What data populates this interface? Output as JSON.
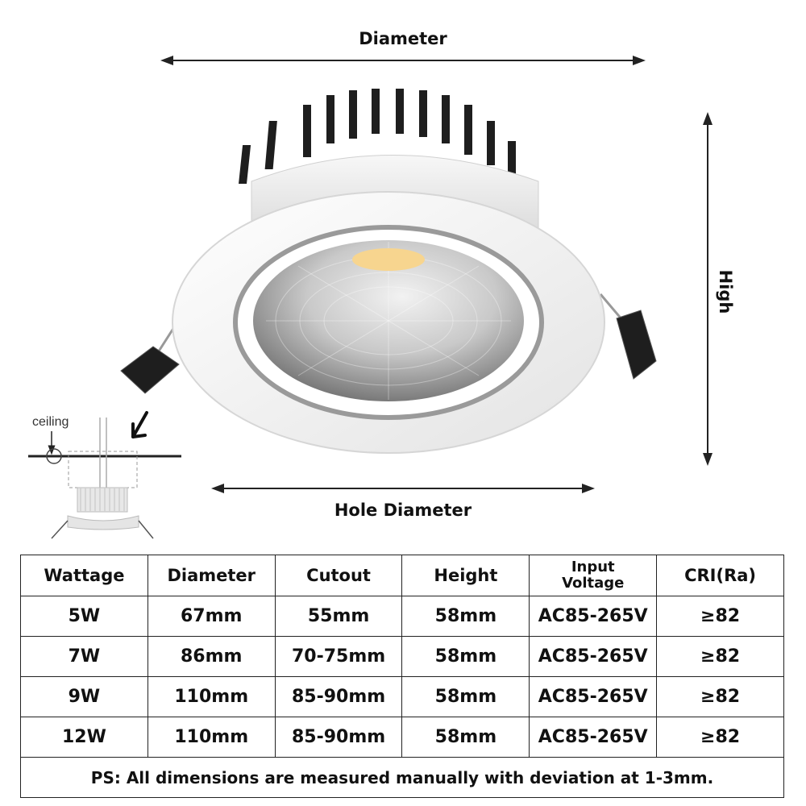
{
  "dimensions": {
    "diameter_label": "Diameter",
    "hole_diameter_label": "Hole Diameter",
    "height_label": "High"
  },
  "install_diagram": {
    "ceiling_label": "ceiling"
  },
  "table": {
    "headers": [
      "Wattage",
      "Diameter",
      "Cutout",
      "Height",
      "Input",
      "Voltage",
      "CRI(Ra)"
    ],
    "rows": [
      [
        "5W",
        "67mm",
        "55mm",
        "58mm",
        "AC85-265V",
        "≥82"
      ],
      [
        "7W",
        "86mm",
        "70-75mm",
        "58mm",
        "AC85-265V",
        "≥82"
      ],
      [
        "9W",
        "110mm",
        "85-90mm",
        "58mm",
        "AC85-265V",
        "≥82"
      ],
      [
        "12W",
        "110mm",
        "85-90mm",
        "58mm",
        "AC85-265V",
        "≥82"
      ]
    ],
    "note": "PS: All dimensions are measured manually with deviation at 1-3mm."
  }
}
